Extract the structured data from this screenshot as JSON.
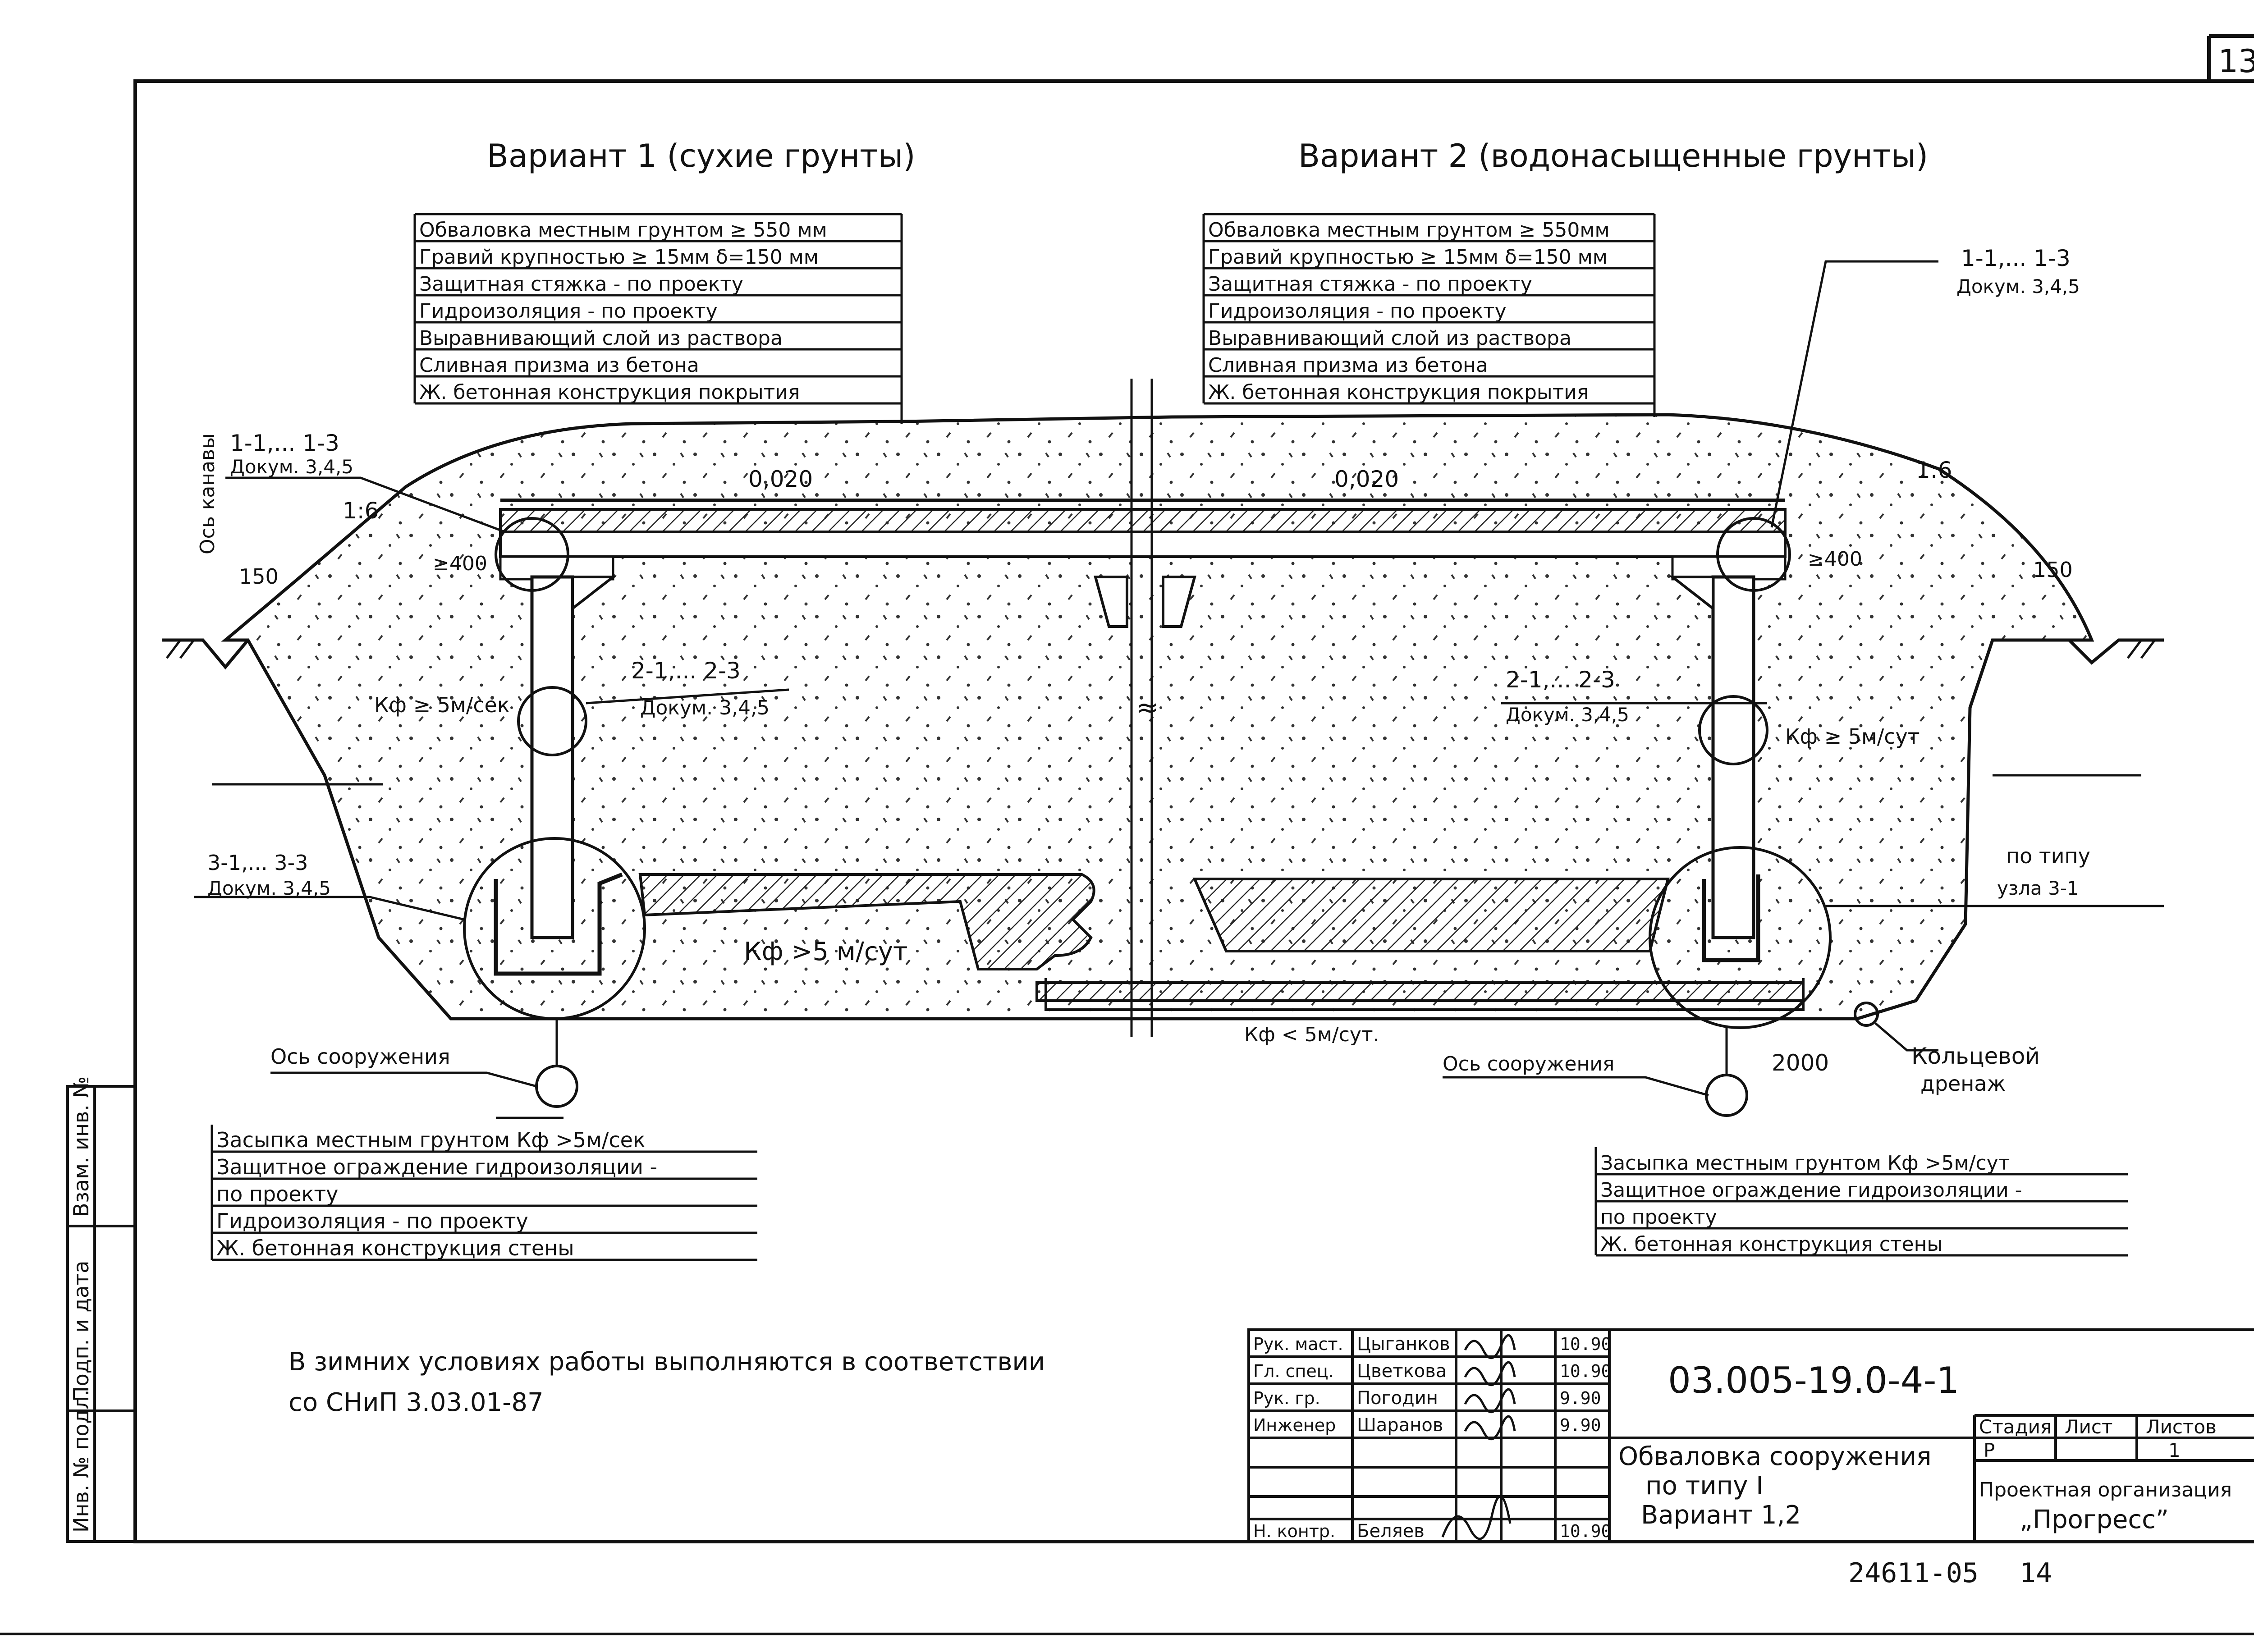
{
  "sheet": {
    "page_number": "13",
    "bottom_code": "24611-05",
    "bottom_page": "14"
  },
  "variant1": {
    "title": "Вариант 1 (сухие грунты)",
    "roof_layers": [
      "Обваловка местным грунтом ≥ 550 мм",
      "Гравий крупностью ≥ 15мм δ=150 мм",
      "Защитная стяжка - по проекту",
      "Гидроизоляция - по проекту",
      "Выравнивающий слой из раствора",
      "Сливная призма из бетона",
      "Ж. бетонная конструкция покрытия"
    ],
    "node1_ref": "1-1,... 1-3",
    "node1_doc": "Докум. 3,4,5",
    "node2_ref": "2-1,... 2-3",
    "node2_doc": "Докум. 3,4,5",
    "node3_ref": "3-1,... 3-3",
    "node3_doc": "Докум. 3,4,5",
    "ditch_axis": "Ось канавы",
    "slope": "1:6",
    "dim_150": "150",
    "dim_400": "≥400",
    "grade": "0,020",
    "kf_side": "Кф ≥ 5м/сек",
    "kf_bottom": "Кф >5 м/сут",
    "axis_label": "Ось сооружения",
    "wall_layers": [
      "Засыпка местным грунтом Кф >5м/сек",
      "Защитное ограждение гидроизоляции -",
      "по проекту",
      "Гидроизоляция - по проекту",
      "Ж. бетонная конструкция стены"
    ]
  },
  "variant2": {
    "title": "Вариант 2 (водонасыщенные грунты)",
    "roof_layers": [
      "Обваловка местным грунтом ≥ 550мм",
      "Гравий крупностью ≥ 15мм δ=150 мм",
      "Защитная стяжка - по проекту",
      "Гидроизоляция - по проекту",
      "Выравнивающий слой из раствора",
      "Сливная призма из бетона",
      "Ж. бетонная конструкция покрытия"
    ],
    "node1_ref": "1-1,... 1-3",
    "node1_doc": "Докум. 3,4,5",
    "node2_ref": "2-1,... 2-3",
    "node2_doc": "Докум. 3,4,5",
    "node3_ref": "по типу",
    "node3_doc": "узла 3-1",
    "slope": "1:6",
    "dim_150": "150",
    "dim_400": "≥400",
    "grade": "0,020",
    "kf_side": "Кф ≥ 5м/сут",
    "kf_bottom": "Кф < 5м/сут.",
    "axis_label": "Ось сооружения",
    "dim_2000": "2000",
    "drain_1": "Кольцевой",
    "drain_2": "дренаж",
    "wall_layers": [
      "Засыпка местным грунтом Кф >5м/сут",
      "Защитное ограждение гидроизоляции -",
      "по проекту",
      "Ж. бетонная конструкция стены"
    ]
  },
  "note": {
    "line1": "В зимних условиях работы выполняются в соответствии",
    "line2": "со СНиП 3.03.01-87"
  },
  "side_stamp": [
    "Инв. № подл.",
    "Подп. и дата",
    "Взам. инв. №"
  ],
  "title_block": {
    "doc_number": "03.005-19.0-4-1",
    "roles": [
      "Рук. маст.",
      "Гл. спец.",
      "Рук. гр.",
      "Инженер",
      "",
      "",
      "Н. контр."
    ],
    "names": [
      "Цыганков",
      "Цветкова",
      "Погодин",
      "Шаранов",
      "",
      "",
      "Беляев"
    ],
    "dates": [
      "10.90",
      "10.90",
      "9.90",
      "9.90",
      "",
      "",
      "10.90"
    ],
    "title_1": "Обваловка сооружения",
    "title_2": "по типу I",
    "title_3": "Вариант 1,2",
    "stage_h": "Стадия",
    "sheet_h": "Лист",
    "sheets_h": "Листов",
    "stage_v": "Р",
    "sheet_v": "",
    "sheets_v": "1",
    "org_1": "Проектная организация",
    "org_2": "„Прогресс”"
  }
}
